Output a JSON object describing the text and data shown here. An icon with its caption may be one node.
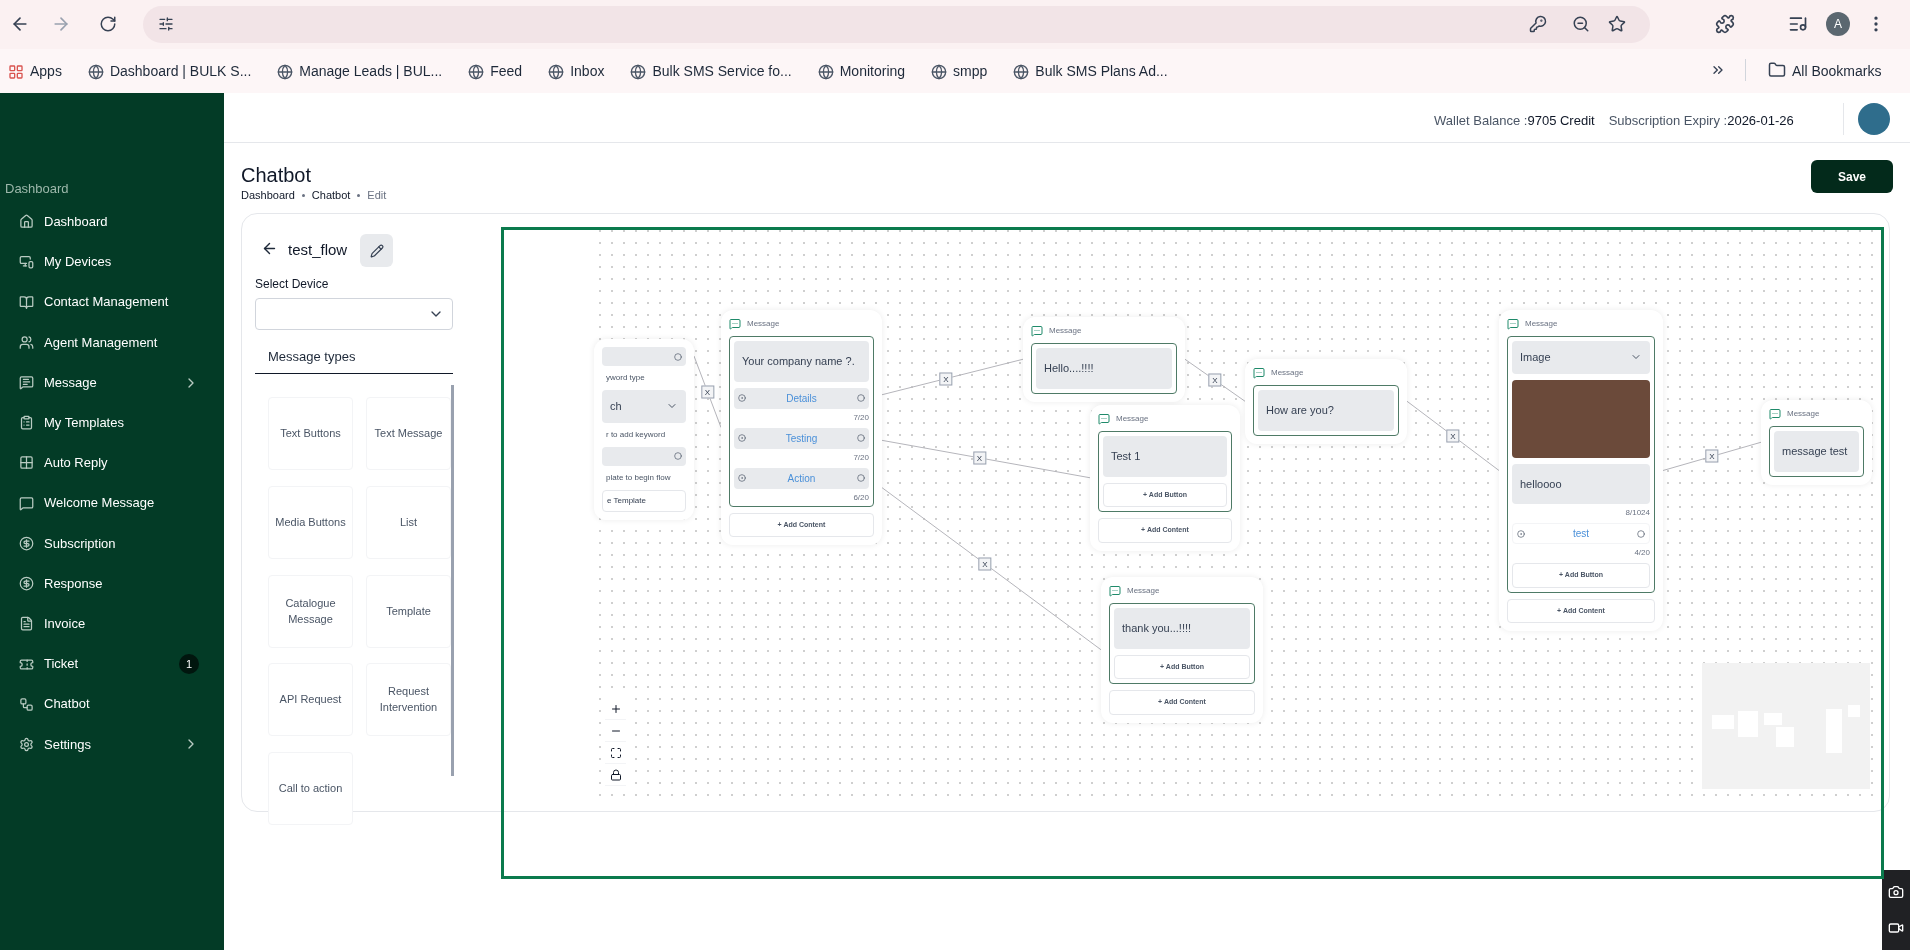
{
  "diagram": {
    "nodes": [
      {
        "text": [
          "yword type",
          "ch",
          "r to add keyword",
          "plate to begin flow",
          "e Template"
        ]
      },
      {
        "text": [
          "Message",
          "+ Add Content"
        ]
      },
      {
        "text": [
          "Your company name ?."
        ],
        "in": 1
      },
      {
        "text": [
          "Details"
        ],
        "in": 1,
        "beside": [
          "7/20"
        ]
      },
      {
        "text": [
          "Testing"
        ],
        "in": 1,
        "beside": [
          "7/20"
        ]
      },
      {
        "text": [
          "Action"
        ],
        "in": 1,
        "beside": [
          "6/20"
        ]
      },
      {
        "text": [
          "Message",
          "Hello....!!!!"
        ]
      },
      {
        "text": [
          "Message",
          "How are you?"
        ]
      },
      {
        "text": [
          "Message",
          "Test 1",
          "+ Add Button",
          "+ Add Content"
        ]
      },
      {
        "text": [
          "Message",
          "thank you...!!!!",
          "+ Add Button",
          "+ Add Content"
        ]
      },
      {
        "text": [
          "Message",
          "Image",
          "+ Add Button",
          "+ Add Content"
        ]
      },
      {
        "text": [
          "helloooo"
        ],
        "in": 10,
        "beside": [
          "8/1024"
        ]
      },
      {
        "text": [
          "test"
        ],
        "in": 10,
        "beside": [
          "4/20"
        ]
      },
      {
        "text": [
          "Message",
          "message test"
        ]
      }
    ],
    "edges": [
      {
        "from": 0,
        "to": 1,
        "arrow": "none",
        "label": "X"
      },
      {
        "from": 3,
        "to": 6,
        "arrow": "none",
        "label": "X"
      },
      {
        "from": 4,
        "to": 8,
        "arrow": "none",
        "label": "X"
      },
      {
        "from": 5,
        "to": 9,
        "arrow": "none",
        "label": "X"
      },
      {
        "from": 6,
        "to": 7,
        "arrow": "none",
        "label": "X"
      },
      {
        "from": 7,
        "to": 10,
        "arrow": "none",
        "label": "X"
      },
      {
        "from": 10,
        "to": 13,
        "arrow": "none",
        "label": "X"
      }
    ],
    "labels": [
      "A",
      "Apps",
      "Dashboard | BULK S...",
      "Manage Leads | BUL...",
      "Feed",
      "Inbox",
      "Bulk SMS Service fo...",
      "Monitoring",
      "smpp",
      "Bulk SMS Plans Ad...",
      "All Bookmarks",
      "Wallet Balance :",
      "9705 Credit",
      "Subscription Expiry :",
      "2026-01-26",
      "Dashboard",
      "Dashboard",
      "My Devices",
      "Contact Management",
      "Agent Management",
      "Message",
      "My Templates",
      "Auto Reply",
      "Welcome Message",
      "Subscription",
      "Response",
      "Invoice",
      "Ticket",
      "1",
      "Chatbot",
      "Settings",
      "Chatbot",
      "Dashboard",
      "Chatbot",
      "Edit",
      "Save",
      "test_flow",
      "Select Device",
      "Message types",
      "Text Buttons",
      "Text Message",
      "Media Buttons",
      "List",
      "Catalogue Message",
      "Template",
      "API Request",
      "Request Intervention",
      "Call to action"
    ]
  }
}
